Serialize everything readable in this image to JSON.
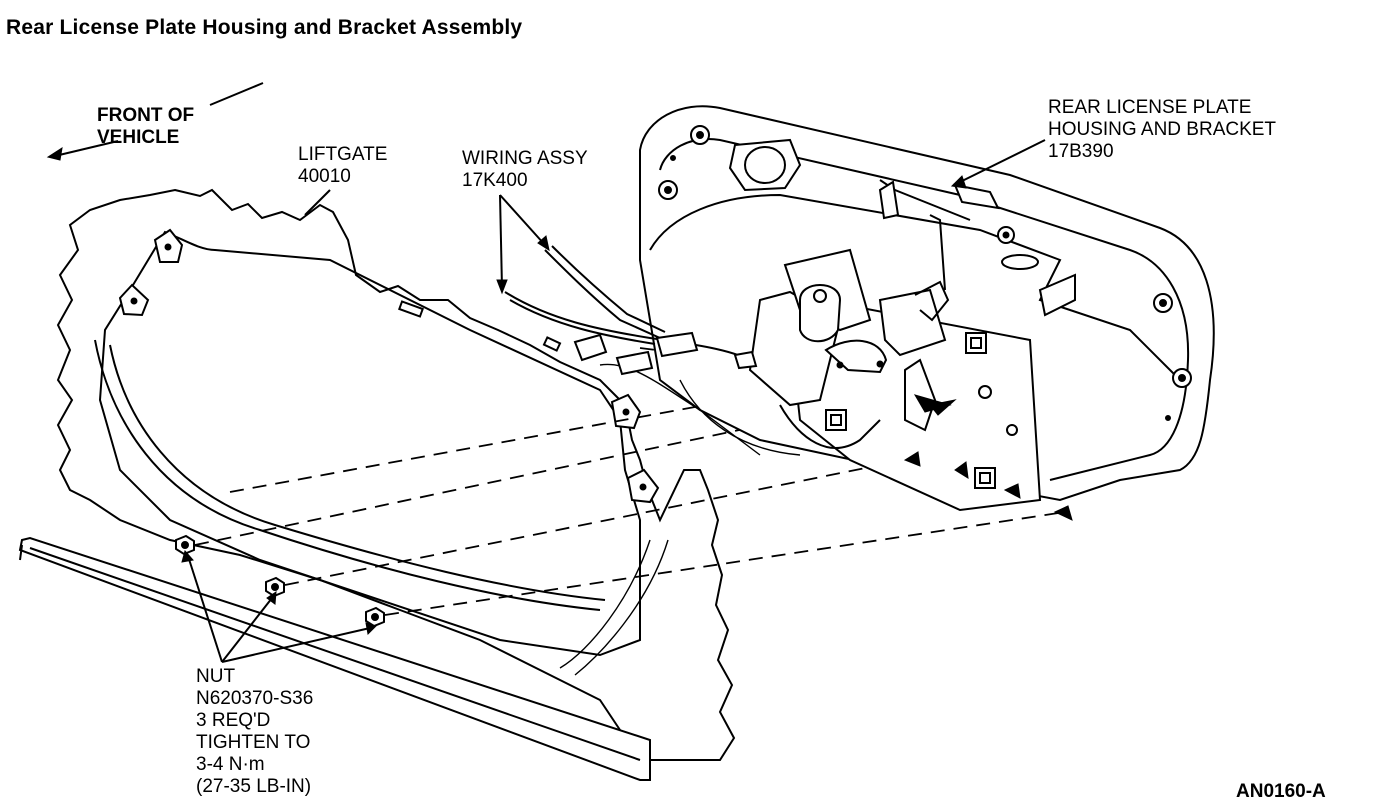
{
  "title": "Rear License Plate Housing and Bracket Assembly",
  "direction_label": [
    "FRONT OF",
    "VEHICLE"
  ],
  "liftgate": {
    "name": "LIFTGATE",
    "part": "40010"
  },
  "wiring": {
    "name": "WIRING ASSY",
    "part": "17K400"
  },
  "housing": {
    "line1": "REAR LICENSE PLATE",
    "line2": "HOUSING AND BRACKET",
    "part": "17B390"
  },
  "nut": {
    "name": "NUT",
    "part": "N620370-S36",
    "qty": "3 REQ'D",
    "tighten": "TIGHTEN TO",
    "torque_nm": "3-4 N·m",
    "torque_lbin": "(27-35 LB-IN)"
  },
  "figure_code": "AN0160-A"
}
